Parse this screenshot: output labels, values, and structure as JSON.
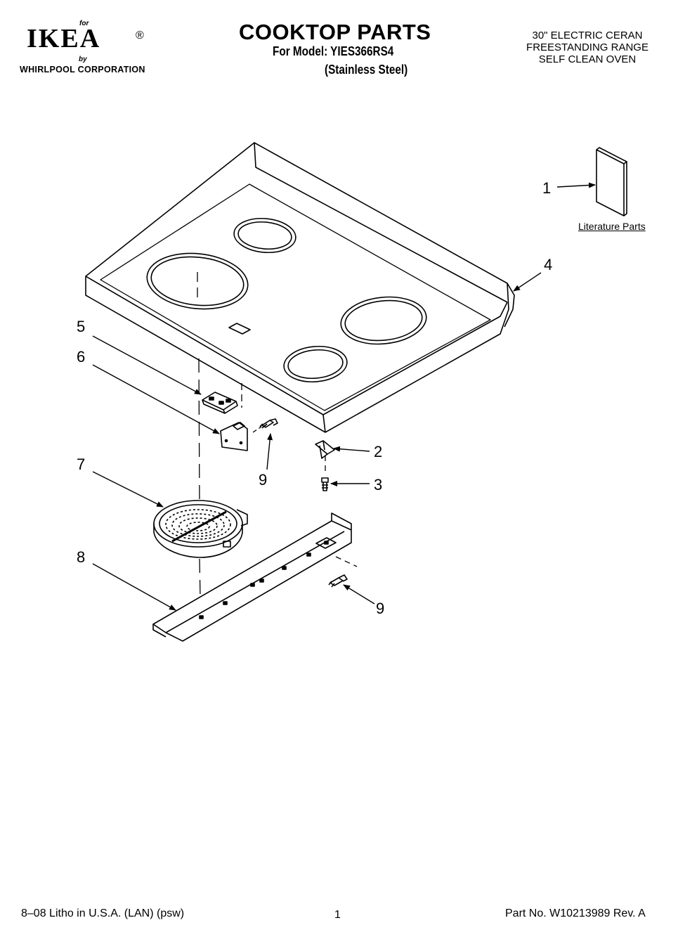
{
  "header": {
    "logo": {
      "for_text": "for",
      "brand": "IKEA",
      "registered": "®",
      "by_text": "by",
      "corporation": "WHIRLPOOL CORPORATION"
    },
    "title": "COOKTOP PARTS",
    "model_line": "For Model: YIES366RS4",
    "finish_line": "(Stainless Steel)",
    "description": [
      "30\" ELECTRIC CERAN",
      "FREESTANDING RANGE",
      "SELF CLEAN OVEN"
    ]
  },
  "diagram": {
    "literature_label": "Literature Parts",
    "callouts": {
      "c1": "1",
      "c2": "2",
      "c3": "3",
      "c4": "4",
      "c5": "5",
      "c6": "6",
      "c7": "7",
      "c8": "8",
      "c9a": "9",
      "c9b": "9"
    }
  },
  "footer": {
    "left": "8–08 Litho in U.S.A. (LAN) (psw)",
    "page_number": "1",
    "part_number": "Part No. W10213989 Rev. A"
  }
}
